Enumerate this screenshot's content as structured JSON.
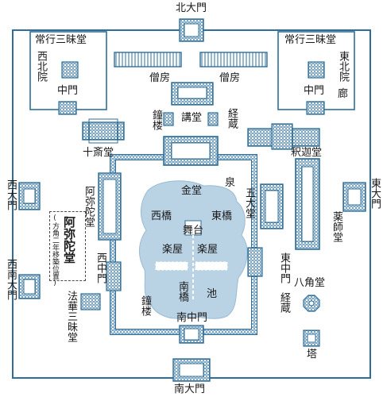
{
  "labels": {
    "north_gate": "北大門",
    "south_gate": "南大門",
    "east_gate": "東大門",
    "west_gate": "西大門",
    "southwest_gate": "西南大門",
    "nw_hall": "常行三昧堂",
    "ne_hall": "常行三昧堂",
    "nw_compound": "西北院",
    "ne_compound": "東北院",
    "ne_corridor": "廊",
    "nw_middle_gate": "中門",
    "ne_middle_gate": "中門",
    "monk_quarters_w": "僧房",
    "monk_quarters_e": "僧房",
    "bell_tower_n": "鐘楼",
    "lecture_hall": "講堂",
    "sutra_repository_n": "経蔵",
    "jissai_hall": "十斎堂",
    "shaka_hall": "釈迦堂",
    "golden_hall": "金堂",
    "spring": "泉",
    "godai_hall": "五大堂",
    "amida_hall": "阿弥陀堂",
    "west_bridge": "西橋",
    "east_bridge": "東橋",
    "stage": "舞台",
    "music_house_w": "楽屋",
    "music_house_e": "楽屋",
    "yakushi_hall": "薬師堂",
    "amida_hall_note_main": "阿弥陀堂",
    "amida_hall_note_sub": "(方角二年移築位置)",
    "west_middle_gate": "西中門",
    "east_middle_gate": "東中門",
    "south_bridge": "南橋",
    "pond": "池",
    "octagonal_hall": "八角堂",
    "sutra_repository_s": "経蔵",
    "bell_tower_s": "鐘楼",
    "south_middle_gate": "南中門",
    "hokke_hall": "法華三昧堂",
    "pagoda": "塔"
  },
  "colors": {
    "line": "#2d6f9a",
    "pond": "#b9d2e4",
    "text": "#1a1a1a"
  }
}
